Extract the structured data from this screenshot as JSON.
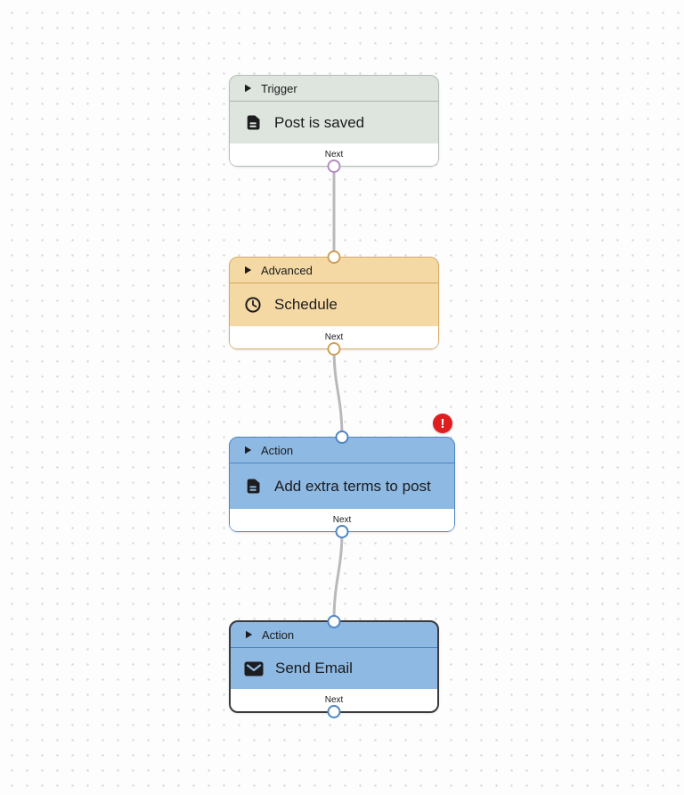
{
  "canvas": {
    "background_color": "#fdfdfd",
    "dot_color": "#d8d8da",
    "edge_color": "#b9b9bd"
  },
  "nodes": [
    {
      "category": "Trigger",
      "title": "Post is saved",
      "icon": "document-icon",
      "port_label": "Next",
      "fill": "#dee5de",
      "border": "#b3beb3",
      "port_color": "#b18bc2",
      "has_input": false,
      "has_error": false,
      "selected": false
    },
    {
      "category": "Advanced",
      "title": "Schedule",
      "icon": "clock-icon",
      "port_label": "Next",
      "fill": "#f5d9a4",
      "border": "#d6ac64",
      "port_color": "#cfa055",
      "has_input": true,
      "has_error": false,
      "selected": false
    },
    {
      "category": "Action",
      "title": "Add extra terms to post",
      "icon": "document-icon",
      "port_label": "Next",
      "fill": "#8db9e3",
      "border": "#4e86c1",
      "port_color": "#4e86c1",
      "has_input": true,
      "has_error": true,
      "selected": false
    },
    {
      "category": "Action",
      "title": "Send Email",
      "icon": "mail-icon",
      "port_label": "Next",
      "fill": "#8db9e3",
      "border": "#3a3a3d",
      "port_color": "#4e86c1",
      "has_input": true,
      "has_error": false,
      "selected": true
    }
  ],
  "error_badge": {
    "symbol": "!",
    "color": "#df1f1f"
  }
}
